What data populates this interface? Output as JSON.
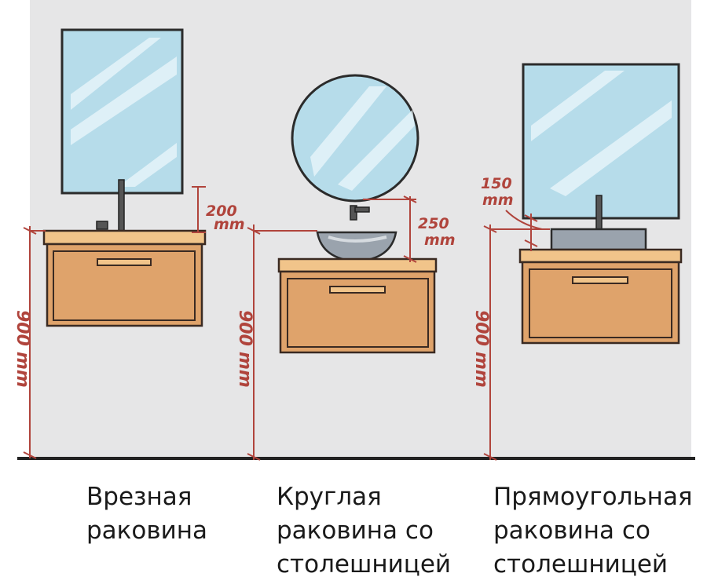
{
  "dimensions": {
    "gap1": "200",
    "gap2": "250",
    "gap3": "150",
    "unit": "mm",
    "height": "900",
    "height_unit": "mm"
  },
  "captions": {
    "left": "Врезная\nраковина",
    "middle": "Круглая\nраковина со\nстолешницей",
    "right": "Прямоугольная\nраковина со\nстолешницей"
  },
  "colors": {
    "wall": "#e6e6e7",
    "cabinet": "#dfa36b",
    "countertop": "#f1c48a",
    "outline": "#3a2a22",
    "mirror": "#b6dcea",
    "dimension": "#b0443c",
    "basin": "#9aa3ad"
  }
}
